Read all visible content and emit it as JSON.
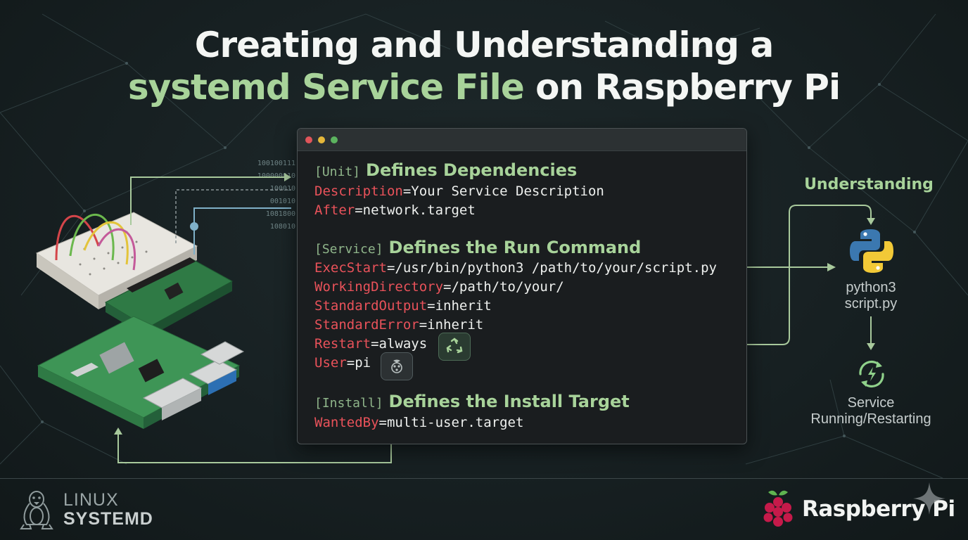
{
  "title": {
    "line1": "Creating and Understanding a",
    "line2_highlight": "systemd Service File",
    "line2_rest": " on Raspberry Pi"
  },
  "binary_stream": [
    "100100111",
    "100000010",
    "100010",
    "001010",
    "1081800",
    "108010"
  ],
  "service_file": {
    "unit": {
      "header": "[Unit]",
      "title": "Defines Dependencies",
      "lines": [
        {
          "key": "Description",
          "value": "Your Service Description"
        },
        {
          "key": "After",
          "value": "network.target"
        }
      ]
    },
    "service": {
      "header": "[Service]",
      "title": "Defines the Run Command",
      "lines": [
        {
          "key": "ExecStart",
          "value": "/usr/bin/python3 /path/to/your/script.py"
        },
        {
          "key": "WorkingDirectory",
          "value": "/path/to/your/"
        },
        {
          "key": "StandardOutput",
          "value": "inherit"
        },
        {
          "key": "StandardError",
          "value": "inherit"
        },
        {
          "key": "Restart",
          "value": "always"
        },
        {
          "key": "User",
          "value": "pi"
        }
      ]
    },
    "install": {
      "header": "[Install]",
      "title": "Defines the Install Target",
      "lines": [
        {
          "key": "WantedBy",
          "value": "multi-user.target"
        }
      ]
    }
  },
  "flow": {
    "heading": "Understanding",
    "process_line1": "python3",
    "process_line2": "script.py",
    "status_line1": "Service",
    "status_line2": "Running/Restarting"
  },
  "footer": {
    "linux_line1": "LINUX",
    "linux_line2": "SYSTEMD",
    "brand": "Raspberry Pi"
  },
  "icons": {
    "restart": "recycle-icon",
    "user": "raspberry-icon",
    "process": "python-icon",
    "status": "restart-arrows-icon",
    "linux": "tux-penguin-icon",
    "brand": "raspberry-pi-logo"
  },
  "colors": {
    "accent": "#a8d39a",
    "key": "#e9525a",
    "background": "#172022"
  }
}
